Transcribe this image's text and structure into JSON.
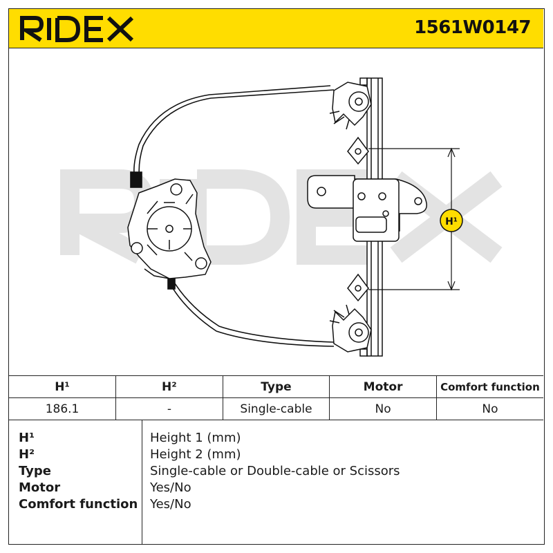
{
  "brand": {
    "name": "RIDEX",
    "accent_color": "#ffdd00"
  },
  "header": {
    "part_number": "1561W0147"
  },
  "drawing": {
    "watermark_text": "RIDEX",
    "dimension_marker": "H¹"
  },
  "specs_table": {
    "headers": [
      "H¹",
      "H²",
      "Type",
      "Motor",
      "Comfort function"
    ],
    "values": [
      "186.1",
      "-",
      "Single-cable",
      "No",
      "No"
    ]
  },
  "legend": [
    {
      "key": "H¹",
      "value": "Height 1 (mm)"
    },
    {
      "key": "H²",
      "value": "Height 2 (mm)"
    },
    {
      "key": "Type",
      "value": "Single-cable or Double-cable or Scissors"
    },
    {
      "key": "Motor",
      "value": "Yes/No"
    },
    {
      "key": "Comfort function",
      "value": "Yes/No"
    }
  ]
}
